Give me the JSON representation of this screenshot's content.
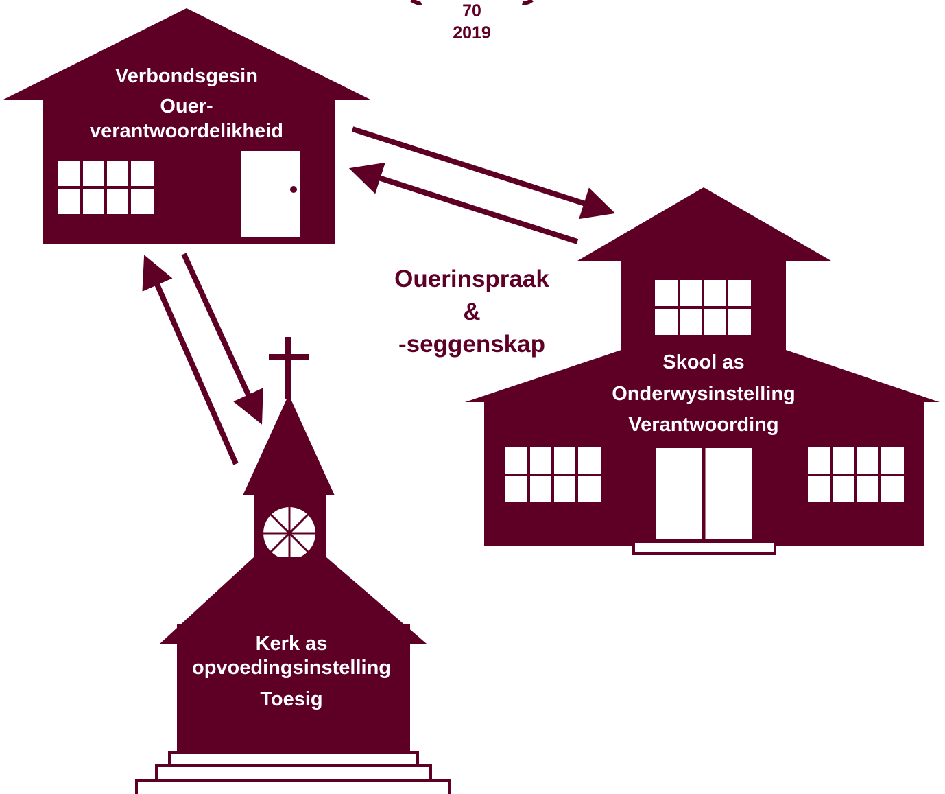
{
  "colors": {
    "maroon": "#5e0025",
    "white": "#ffffff"
  },
  "top_badge": {
    "line1": "70",
    "line2": "2019"
  },
  "house": {
    "line1": "Verbondsgesin",
    "line2": "Ouer-",
    "line3": "verantwoordelikheid"
  },
  "school": {
    "line1": "Skool as",
    "line2": "Onderwysinstelling",
    "line3": "Verantwoording"
  },
  "church": {
    "line1": "Kerk as",
    "line2": "opvoedingsinstelling",
    "line3": "Toesig"
  },
  "center": {
    "line1": "Ouerinspraak",
    "line2": "&",
    "line3": "-seggenskap"
  },
  "icons": [
    "house-icon",
    "school-icon",
    "church-icon",
    "cross-icon",
    "arrow-icon"
  ]
}
